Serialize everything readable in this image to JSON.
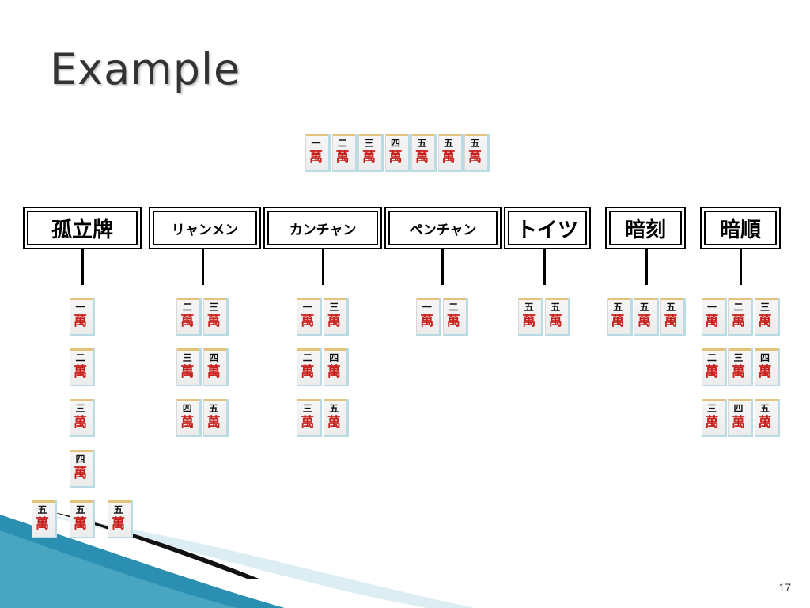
{
  "slide": {
    "title": "Example",
    "page_number": "17"
  },
  "tile_suit_char": "萬",
  "hand": [
    "一",
    "二",
    "三",
    "四",
    "五",
    "五",
    "五"
  ],
  "categories": [
    {
      "label": "孤立牌",
      "size": "big",
      "rows": [
        [
          "一"
        ],
        [
          "二"
        ],
        [
          "三"
        ],
        [
          "四"
        ],
        [
          "五",
          "五",
          "五"
        ]
      ]
    },
    {
      "label": "リャンメン",
      "size": "small",
      "rows": [
        [
          "二",
          "三"
        ],
        [
          "三",
          "四"
        ],
        [
          "四",
          "五"
        ]
      ]
    },
    {
      "label": "カンチャン",
      "size": "small",
      "rows": [
        [
          "一",
          "三"
        ],
        [
          "二",
          "四"
        ],
        [
          "三",
          "五"
        ]
      ]
    },
    {
      "label": "ペンチャン",
      "size": "small",
      "rows": [
        [
          "一",
          "二"
        ]
      ]
    },
    {
      "label": "トイツ",
      "size": "big",
      "rows": [
        [
          "五",
          "五"
        ]
      ]
    },
    {
      "label": "暗刻",
      "size": "big",
      "rows": [
        [
          "五",
          "五",
          "五"
        ]
      ]
    },
    {
      "label": "暗順",
      "size": "big",
      "rows": [
        [
          "一",
          "二",
          "三"
        ],
        [
          "二",
          "三",
          "四"
        ],
        [
          "三",
          "四",
          "五"
        ]
      ]
    }
  ],
  "colors": {
    "tile_suit": "#c8201c",
    "tile_edge": "#b9dbe4",
    "tile_top": "#e4c27a",
    "deco_teal": "#2a8fb0",
    "deco_dark": "#111111"
  }
}
